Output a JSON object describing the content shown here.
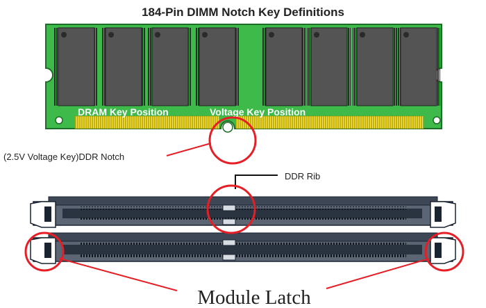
{
  "title": "184-Pin DIMM Notch Key Definitions",
  "module": {
    "dram_key_label": "DRAM Key Position",
    "voltage_key_label": "Voltage Key Position"
  },
  "callouts": {
    "ddr_notch": "(2.5V Voltage Key)DDR Notch",
    "ddr_rib": "DDR Rib",
    "module_latch": "Module Latch"
  },
  "colors": {
    "pcb_green": "#3dba4a",
    "pcb_border": "#1c6d25",
    "chip_dark": "#545454",
    "gold_contacts": "#d7c514",
    "slot_body": "#5b6574",
    "slot_dark": "#1a2330",
    "highlight_red": "#e61e25",
    "label_white": "#ffffff"
  }
}
